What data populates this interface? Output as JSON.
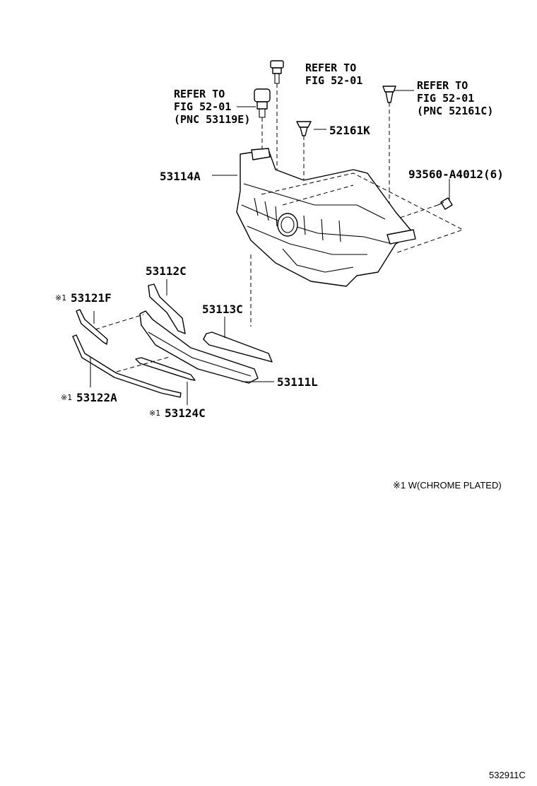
{
  "callouts": {
    "refer1": [
      "REFER TO",
      "FIG 52-01"
    ],
    "refer2": [
      "REFER TO",
      "FIG 52-01",
      "(PNC 53119E)"
    ],
    "refer3": [
      "REFER TO",
      "FIG 52-01",
      "(PNC 52161C)"
    ],
    "clip": "52161K",
    "grille_body": "53114A",
    "screw": "93560-A4012(6)",
    "inner_left": "53112C",
    "inner_right": "53113C",
    "moulding_upper": "53121F",
    "moulding_lower": "53122A",
    "moulding_mid": "53124C",
    "grille_sub": "53111L",
    "mark": "※1"
  },
  "note": "※1 W(CHROME PLATED)",
  "figure_id": "532911C"
}
